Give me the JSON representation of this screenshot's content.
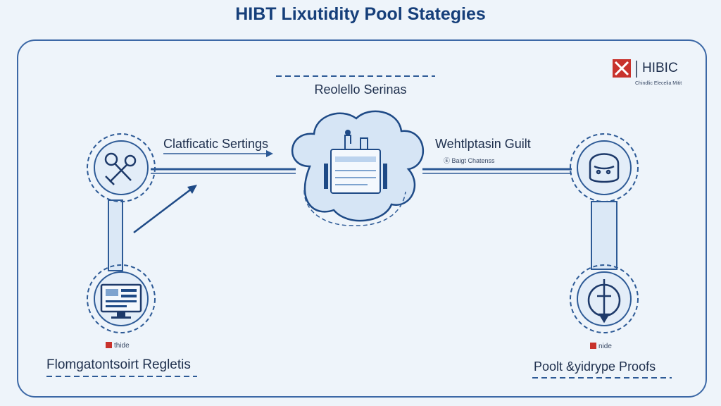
{
  "title": "HIBT Lixutidity Pool Stategies",
  "brand": {
    "name": "HIBIC",
    "tagline": "Chindlic Elecelia Mitit"
  },
  "center": {
    "label": "Reolello Serinas"
  },
  "left": {
    "label": "Clatficatic Sertings"
  },
  "right": {
    "label": "Wehtlptasin Guilt",
    "sublabel": "Ⓔ Baigt Chatenss"
  },
  "bottom_left": {
    "label": "Flomgatontsoirt Regletis",
    "mini": "thide"
  },
  "bottom_right": {
    "label": "Poolt &yidrype Proofs",
    "mini": "nide"
  },
  "colors": {
    "primary": "#1e4a86",
    "line": "#2d5a96",
    "frame": "#3c68a6",
    "fill": "#d8e6f5",
    "accent": "#c8322c"
  },
  "icons": [
    "tools-icon",
    "cloud-server-icon",
    "helmet-icon",
    "monitor-icon",
    "compass-icon",
    "hibic-logo"
  ]
}
